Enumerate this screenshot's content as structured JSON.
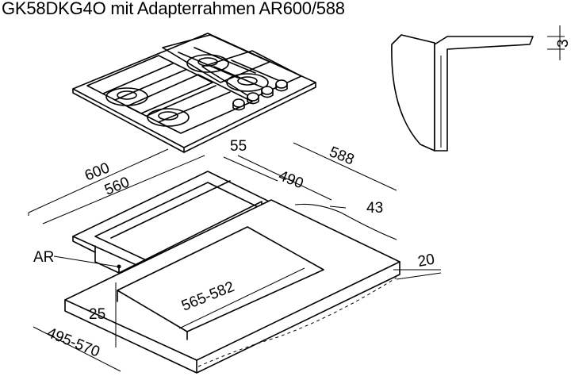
{
  "title": "GK58DKG4O mit Adapterrahmen AR600/588",
  "dimensions": {
    "d55": "55",
    "d588": "588",
    "d600": "600",
    "d560": "560",
    "d490": "490",
    "d43": "43",
    "d20": "20",
    "d565_582": "565-582",
    "d25": "25",
    "d495_570": "495-570",
    "d3": "3"
  },
  "labels": {
    "ar": "AR"
  }
}
